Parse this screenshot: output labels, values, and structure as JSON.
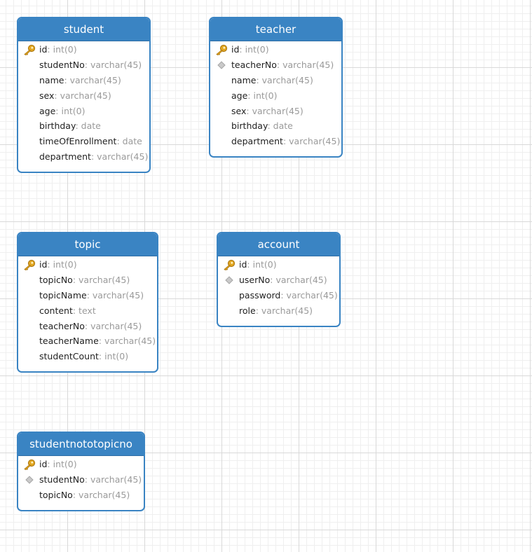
{
  "entities": [
    {
      "id": "student",
      "name": "student",
      "fields": [
        {
          "name": "id",
          "type": "int(0)",
          "key": "primary"
        },
        {
          "name": "studentNo",
          "type": "varchar(45)",
          "key": "none"
        },
        {
          "name": "name",
          "type": "varchar(45)",
          "key": "none"
        },
        {
          "name": "sex",
          "type": "varchar(45)",
          "key": "none"
        },
        {
          "name": "age",
          "type": "int(0)",
          "key": "none"
        },
        {
          "name": "birthday",
          "type": "date",
          "key": "none"
        },
        {
          "name": "timeOfEnrollment",
          "type": "date",
          "key": "none"
        },
        {
          "name": "department",
          "type": "varchar(45)",
          "key": "none"
        }
      ]
    },
    {
      "id": "teacher",
      "name": "teacher",
      "fields": [
        {
          "name": "id",
          "type": "int(0)",
          "key": "primary"
        },
        {
          "name": "teacherNo",
          "type": "varchar(45)",
          "key": "index"
        },
        {
          "name": "name",
          "type": "varchar(45)",
          "key": "none"
        },
        {
          "name": "age",
          "type": "int(0)",
          "key": "none"
        },
        {
          "name": "sex",
          "type": "varchar(45)",
          "key": "none"
        },
        {
          "name": "birthday",
          "type": "date",
          "key": "none"
        },
        {
          "name": "department",
          "type": "varchar(45)",
          "key": "none"
        }
      ]
    },
    {
      "id": "topic",
      "name": "topic",
      "fields": [
        {
          "name": "id",
          "type": "int(0)",
          "key": "primary"
        },
        {
          "name": "topicNo",
          "type": "varchar(45)",
          "key": "none"
        },
        {
          "name": "topicName",
          "type": "varchar(45)",
          "key": "none"
        },
        {
          "name": "content",
          "type": "text",
          "key": "none"
        },
        {
          "name": "teacherNo",
          "type": "varchar(45)",
          "key": "none"
        },
        {
          "name": "teacherName",
          "type": "varchar(45)",
          "key": "none"
        },
        {
          "name": "studentCount",
          "type": "int(0)",
          "key": "none"
        }
      ]
    },
    {
      "id": "account",
      "name": "account",
      "fields": [
        {
          "name": "id",
          "type": "int(0)",
          "key": "primary"
        },
        {
          "name": "userNo",
          "type": "varchar(45)",
          "key": "index"
        },
        {
          "name": "password",
          "type": "varchar(45)",
          "key": "none"
        },
        {
          "name": "role",
          "type": "varchar(45)",
          "key": "none"
        }
      ]
    },
    {
      "id": "studentnototopicno",
      "name": "studentnototopicno",
      "fields": [
        {
          "name": "id",
          "type": "int(0)",
          "key": "primary"
        },
        {
          "name": "studentNo",
          "type": "varchar(45)",
          "key": "index"
        },
        {
          "name": "topicNo",
          "type": "varchar(45)",
          "key": "none"
        }
      ]
    }
  ],
  "colors": {
    "header": "#3a84c3",
    "type_text": "#9a9a9a",
    "key_gold": "#e2a621"
  },
  "icons": {
    "primary": "key-icon",
    "index": "index-diamond-icon"
  }
}
